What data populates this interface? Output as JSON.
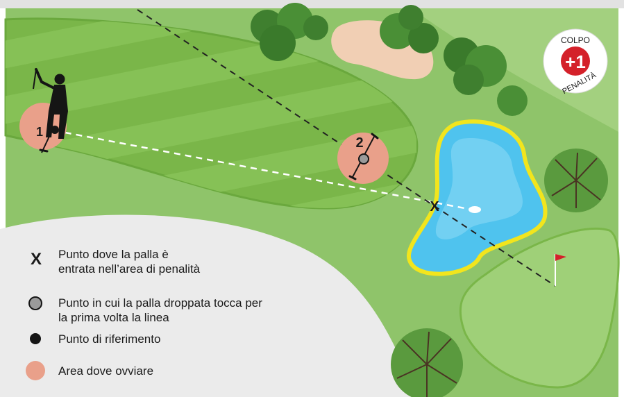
{
  "markers": {
    "point_1": "1",
    "point_2": "2",
    "entry_mark": "X"
  },
  "badge": {
    "top_text": "COLPO",
    "value": "+1",
    "bottom_text": "PENALITÀ"
  },
  "legend": {
    "items": [
      {
        "symbol": "X",
        "text_line1": "Punto dove la palla è",
        "text_line2": "entrata nell’area di penalità"
      },
      {
        "symbol": "grey-dot",
        "text_line1": "Punto in cui la palla droppata tocca per",
        "text_line2": "la prima volta la linea"
      },
      {
        "symbol": "black-dot",
        "text_line1": "Punto di riferimento"
      },
      {
        "symbol": "salmon-disc",
        "text_line1": "Area dove ovviare"
      }
    ]
  },
  "colors": {
    "rough": "#8fc46a",
    "fairway": "#7ab649",
    "fairway_stripe": "#86c156",
    "water": "#4fc3ee",
    "water_edge": "#f2e51d",
    "bunker": "#f1cfb4",
    "relief_area": "#e9a08a",
    "badge": "#d4212a",
    "legend_bg": "#ebebeb"
  }
}
